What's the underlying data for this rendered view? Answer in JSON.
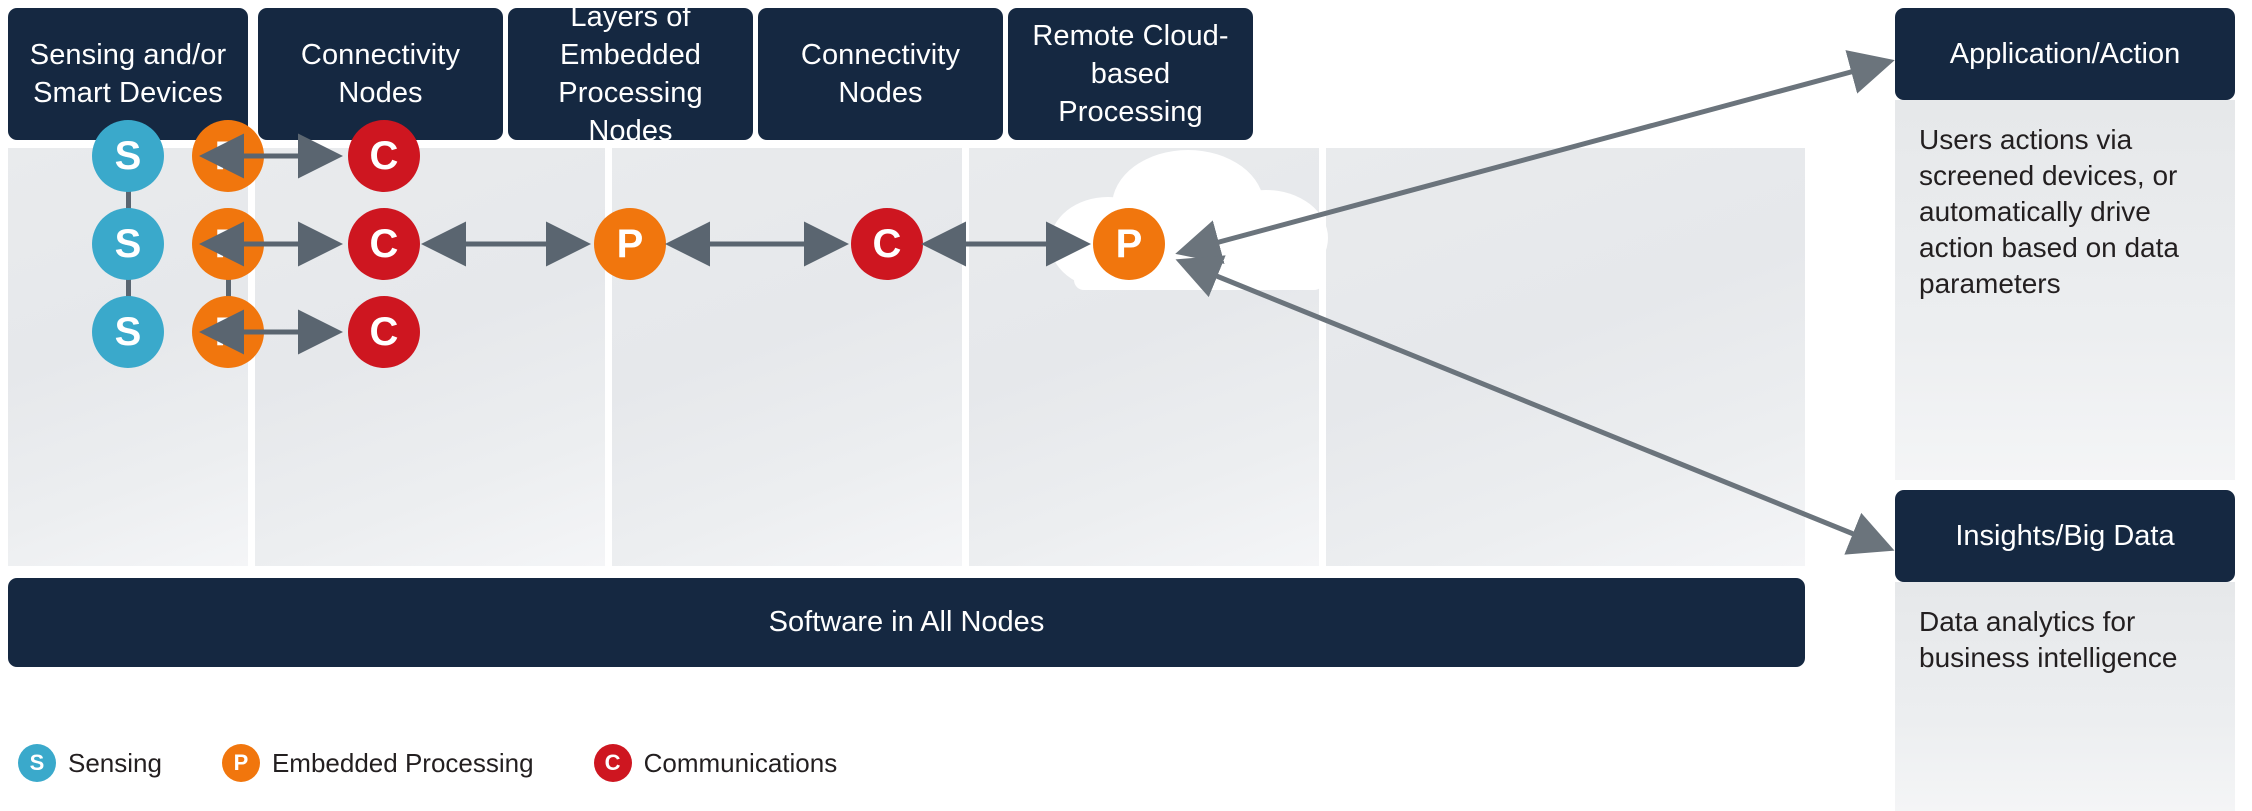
{
  "diagram": {
    "title_row": [
      {
        "id": "sensing-smart-devices",
        "label": "Sensing and/or Smart Devices",
        "line1": "Sensing and/or",
        "line2": "Smart Devices"
      },
      {
        "id": "connectivity-nodes-1",
        "label": "Connectivity Nodes",
        "line1": "Connectivity",
        "line2": "Nodes"
      },
      {
        "id": "embedded-processing-nodes",
        "label": "Layers of Embedded Processing Nodes",
        "line1": "Layers of Embedded",
        "line2": "Processing Nodes"
      },
      {
        "id": "connectivity-nodes-2",
        "label": "Connectivity Nodes",
        "line1": "Connectivity",
        "line2": "Nodes"
      },
      {
        "id": "remote-cloud-processing",
        "label": "Remote Cloud-based Processing",
        "line1": "Remote Cloud-based",
        "line2": "Processing"
      }
    ],
    "footer_bar": {
      "label": "Software in All Nodes"
    },
    "nodes": {
      "sensing": "S",
      "processing": "P",
      "communications": "C"
    },
    "right_cards": [
      {
        "id": "application-action",
        "title": "Application/Action",
        "body": "Users actions via screened devices, or automatically drive action based on data parameters"
      },
      {
        "id": "insights-big-data",
        "title": "Insights/Big Data",
        "body": "Data analytics for business intelligence"
      }
    ],
    "legend": [
      {
        "id": "sensing",
        "glyph": "S",
        "label": "Sensing",
        "color": "#3aa9cb"
      },
      {
        "id": "embedded-processing",
        "glyph": "P",
        "label": "Embedded Processing",
        "color": "#f1760d"
      },
      {
        "id": "communications",
        "glyph": "C",
        "label": "Communications",
        "color": "#ce1620"
      }
    ],
    "colors": {
      "header_navy": "#152841",
      "sensing_blue": "#3aa9cb",
      "processing_orange": "#f1760d",
      "communications_red": "#ce1620",
      "arrow_gray": "#5a6570",
      "panel_gray": "#e9ebed",
      "cloud_white": "#ffffff"
    }
  }
}
